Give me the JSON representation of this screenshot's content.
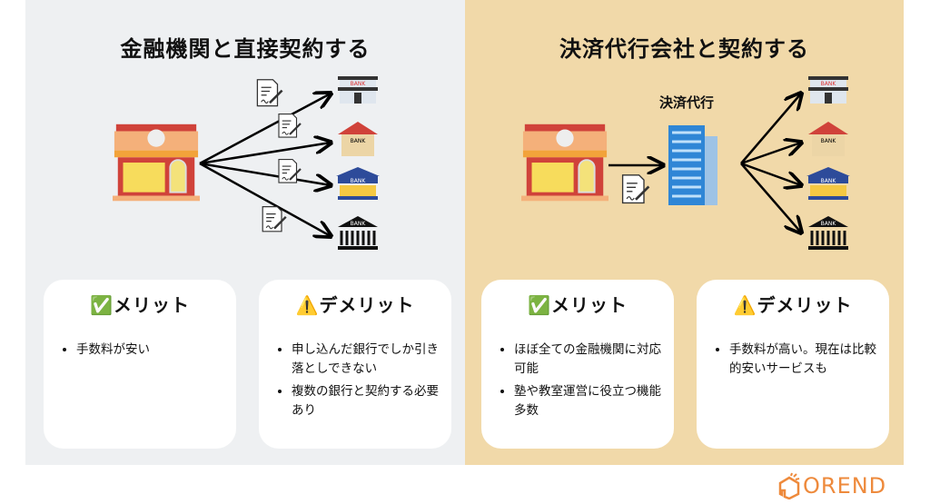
{
  "left": {
    "title": "金融機関と直接契約する",
    "merit": {
      "heading": "✅メリット",
      "items": [
        "手数料が安い"
      ]
    },
    "demerit": {
      "heading": "⚠️デメリット",
      "items": [
        "申し込んだ銀行でしか引き落としできない",
        "複数の銀行と契約する必要あり"
      ]
    }
  },
  "right": {
    "title": "決済代行会社と契約する",
    "agent_label": "決済代行",
    "merit": {
      "heading": "✅メリット",
      "items": [
        "ほぼ全ての金融機関に対応可能",
        "塾や教室運営に役立つ機能多数"
      ]
    },
    "demerit": {
      "heading": "⚠️デメリット",
      "items": [
        "手数料が高い。現在は比較的安いサービスも"
      ]
    }
  },
  "bank_text": "BANK",
  "logo": "OREND"
}
